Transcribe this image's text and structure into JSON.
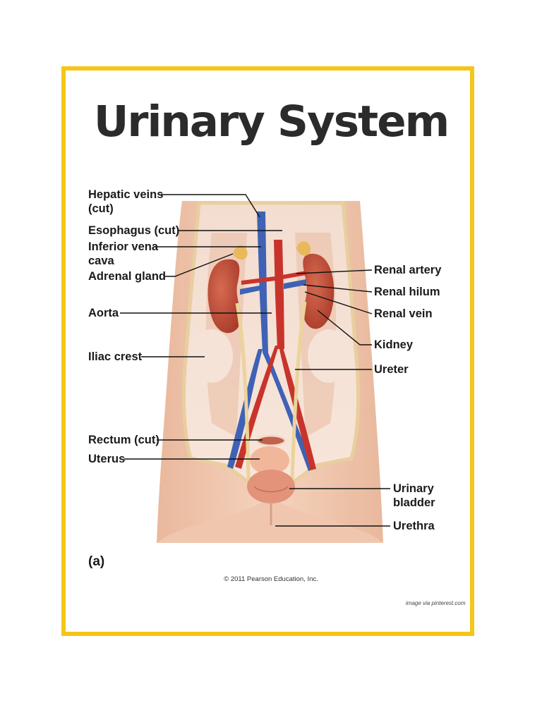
{
  "title": "Urinary System",
  "panel_label": "(a)",
  "copyright": "© 2011 Pearson Education, Inc.",
  "credit": "image via pinterest.com",
  "colors": {
    "frame": "#F5C518",
    "skin": "#F2C9B0",
    "vein": "#3F62B5",
    "artery": "#C8342C",
    "kidney": "#C2543E",
    "ureter": "#EBD39A"
  },
  "labels_left": {
    "hepatic_veins": [
      "Hepatic veins",
      "(cut)"
    ],
    "esophagus": "Esophagus (cut)",
    "ivc": [
      "Inferior vena",
      "cava"
    ],
    "adrenal": "Adrenal gland",
    "aorta": "Aorta",
    "iliac": "Iliac crest",
    "rectum": "Rectum (cut)",
    "uterus": "Uterus"
  },
  "labels_right": {
    "renal_artery": "Renal artery",
    "renal_hilum": "Renal hilum",
    "renal_vein": "Renal vein",
    "kidney": "Kidney",
    "ureter": "Ureter",
    "bladder": [
      "Urinary",
      "bladder"
    ],
    "urethra": "Urethra"
  }
}
